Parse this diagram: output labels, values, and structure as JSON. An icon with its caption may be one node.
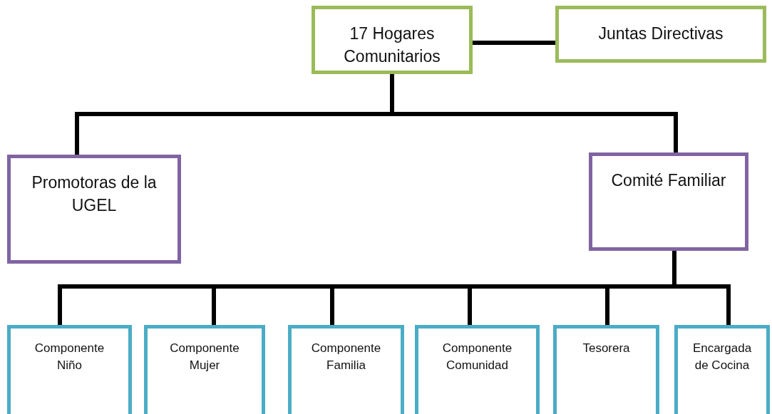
{
  "diagram": {
    "nodes": [
      {
        "text": [
          "17 Hogares Comunitarios"
        ]
      },
      {
        "text": [
          "Juntas Directivas"
        ]
      },
      {
        "text": [
          "Promotoras de la UGEL"
        ]
      },
      {
        "text": [
          "Comité Familiar"
        ]
      },
      {
        "text": [
          "Componente Niño"
        ]
      },
      {
        "text": [
          "Componente Mujer"
        ]
      },
      {
        "text": [
          "Componente Familia"
        ]
      },
      {
        "text": [
          "Componente Comunidad"
        ]
      },
      {
        "text": [
          "Tesorera"
        ]
      },
      {
        "text": [
          "Encargada de Cocina"
        ]
      }
    ],
    "edges": [
      {
        "from": 0,
        "to": 1,
        "arrow": "none"
      },
      {
        "from": 0,
        "to": 2,
        "arrow": "none"
      },
      {
        "from": 0,
        "to": 3,
        "arrow": "none"
      },
      {
        "from": 3,
        "to": 4,
        "arrow": "none"
      },
      {
        "from": 3,
        "to": 5,
        "arrow": "none"
      },
      {
        "from": 3,
        "to": 6,
        "arrow": "none"
      },
      {
        "from": 3,
        "to": 7,
        "arrow": "none"
      },
      {
        "from": 3,
        "to": 8,
        "arrow": "none"
      },
      {
        "from": 3,
        "to": 9,
        "arrow": "none"
      }
    ]
  }
}
